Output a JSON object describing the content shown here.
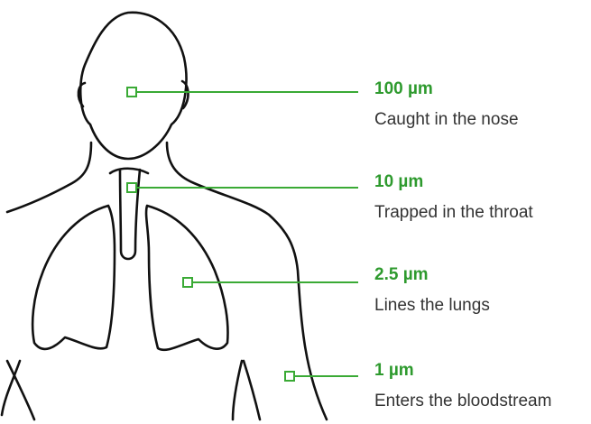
{
  "colors": {
    "accent": "#3aaa35",
    "size_text": "#2e9a2e",
    "outline": "#111111",
    "description_text": "#333333",
    "background": "#ffffff"
  },
  "callouts": [
    {
      "size": "100 µm",
      "description": "Caught in the nose"
    },
    {
      "size": "10 µm",
      "description": "Trapped in the throat"
    },
    {
      "size": "2.5 µm",
      "description": "Lines the lungs"
    },
    {
      "size": "1 µm",
      "description": "Enters the bloodstream"
    }
  ]
}
